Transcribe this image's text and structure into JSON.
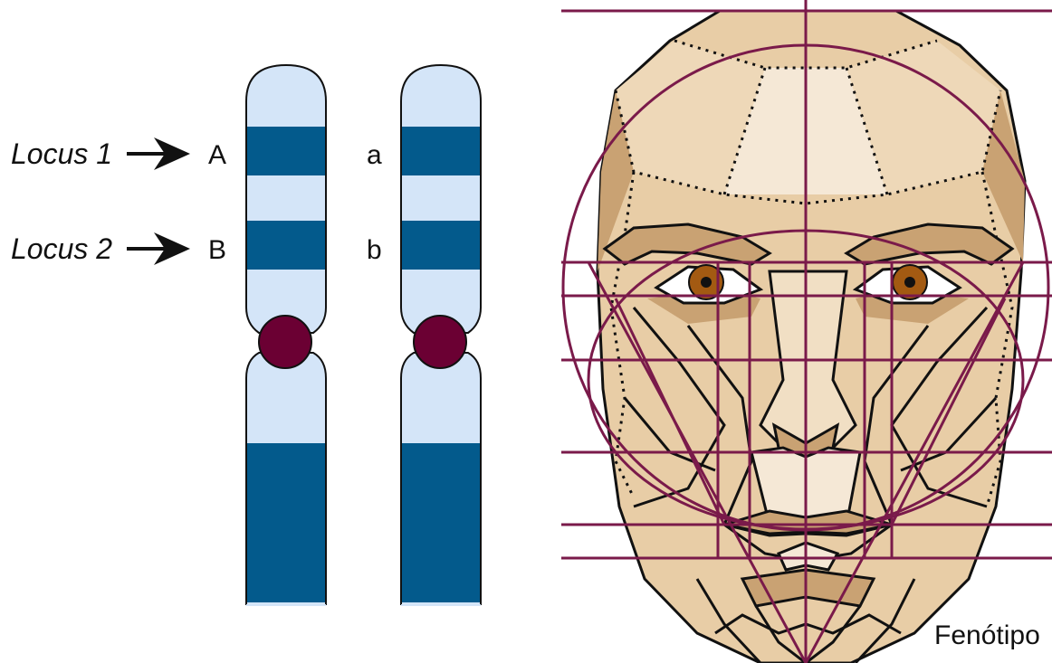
{
  "loci": [
    {
      "label": "Locus 1",
      "allele_left": "A",
      "allele_right": "a"
    },
    {
      "label": "Locus 2",
      "allele_left": "B",
      "allele_right": "b"
    }
  ],
  "chromosomes": [
    {
      "name": "left-homolog"
    },
    {
      "name": "right-homolog"
    }
  ],
  "colors": {
    "band_light": "#d4e5f8",
    "band_dark": "#035a8c",
    "centromere": "#6b0033",
    "outline": "#111111",
    "grid_lines": "#7a1a4a",
    "skin_light": "#f3e2c8",
    "skin_mid": "#e8cda6",
    "skin_dark": "#c9a273",
    "iris": "#a35a12"
  },
  "caption": "Fenótipo"
}
